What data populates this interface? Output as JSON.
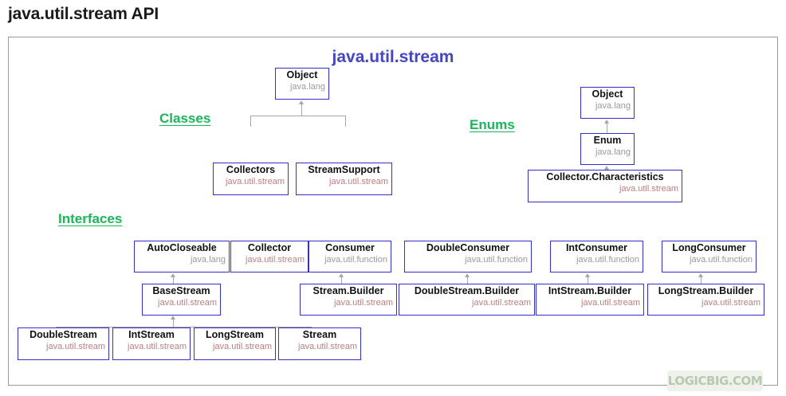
{
  "page": {
    "title": "java.util.stream API"
  },
  "diagram": {
    "heading": "java.util.stream",
    "watermark": "LogicBig.com",
    "sections": [
      {
        "key": "classes",
        "label": "Classes"
      },
      {
        "key": "enums",
        "label": "Enums"
      },
      {
        "key": "interfaces",
        "label": "Interfaces"
      }
    ],
    "colors": {
      "heading": "#4444cc",
      "section_label": "#18b758",
      "box_border": "#3333cc",
      "package_stream": "#bb8080",
      "package_other": "#9a9a9a",
      "connector": "#a6a6a6",
      "frame_border": "#999999"
    },
    "nodes": {
      "classes_object": {
        "name": "Object",
        "package": "java.lang"
      },
      "collectors": {
        "name": "Collectors",
        "package": "java.util.stream"
      },
      "stream_support": {
        "name": "StreamSupport",
        "package": "java.util.stream"
      },
      "enums_object": {
        "name": "Object",
        "package": "java.lang"
      },
      "enum": {
        "name": "Enum",
        "package": "java.lang"
      },
      "collector_characteristics": {
        "name": "Collector.Characteristics",
        "package": "java.util.stream"
      },
      "auto_closeable": {
        "name": "AutoCloseable",
        "package": "java.lang"
      },
      "collector": {
        "name": "Collector",
        "package": "java.util.stream"
      },
      "consumer": {
        "name": "Consumer",
        "package": "java.util.function"
      },
      "double_consumer": {
        "name": "DoubleConsumer",
        "package": "java.util.function"
      },
      "int_consumer": {
        "name": "IntConsumer",
        "package": "java.util.function"
      },
      "long_consumer": {
        "name": "LongConsumer",
        "package": "java.util.function"
      },
      "base_stream": {
        "name": "BaseStream",
        "package": "java.util.stream"
      },
      "stream_builder": {
        "name": "Stream.Builder",
        "package": "java.util.stream"
      },
      "double_stream_builder": {
        "name": "DoubleStream.Builder",
        "package": "java.util.stream"
      },
      "int_stream_builder": {
        "name": "IntStream.Builder",
        "package": "java.util.stream"
      },
      "long_stream_builder": {
        "name": "LongStream.Builder",
        "package": "java.util.stream"
      },
      "double_stream": {
        "name": "DoubleStream",
        "package": "java.util.stream"
      },
      "int_stream": {
        "name": "IntStream",
        "package": "java.util.stream"
      },
      "long_stream": {
        "name": "LongStream",
        "package": "java.util.stream"
      },
      "stream": {
        "name": "Stream",
        "package": "java.util.stream"
      }
    },
    "relations": [
      {
        "from": "collectors",
        "to": "classes_object"
      },
      {
        "from": "stream_support",
        "to": "classes_object"
      },
      {
        "from": "enum",
        "to": "enums_object"
      },
      {
        "from": "collector_characteristics",
        "to": "enum"
      },
      {
        "from": "base_stream",
        "to": "auto_closeable"
      },
      {
        "from": "stream_builder",
        "to": "consumer"
      },
      {
        "from": "double_stream_builder",
        "to": "double_consumer"
      },
      {
        "from": "int_stream_builder",
        "to": "int_consumer"
      },
      {
        "from": "long_stream_builder",
        "to": "long_consumer"
      },
      {
        "from": "double_stream",
        "to": "base_stream"
      },
      {
        "from": "int_stream",
        "to": "base_stream"
      },
      {
        "from": "long_stream",
        "to": "base_stream"
      },
      {
        "from": "stream",
        "to": "base_stream"
      }
    ]
  }
}
